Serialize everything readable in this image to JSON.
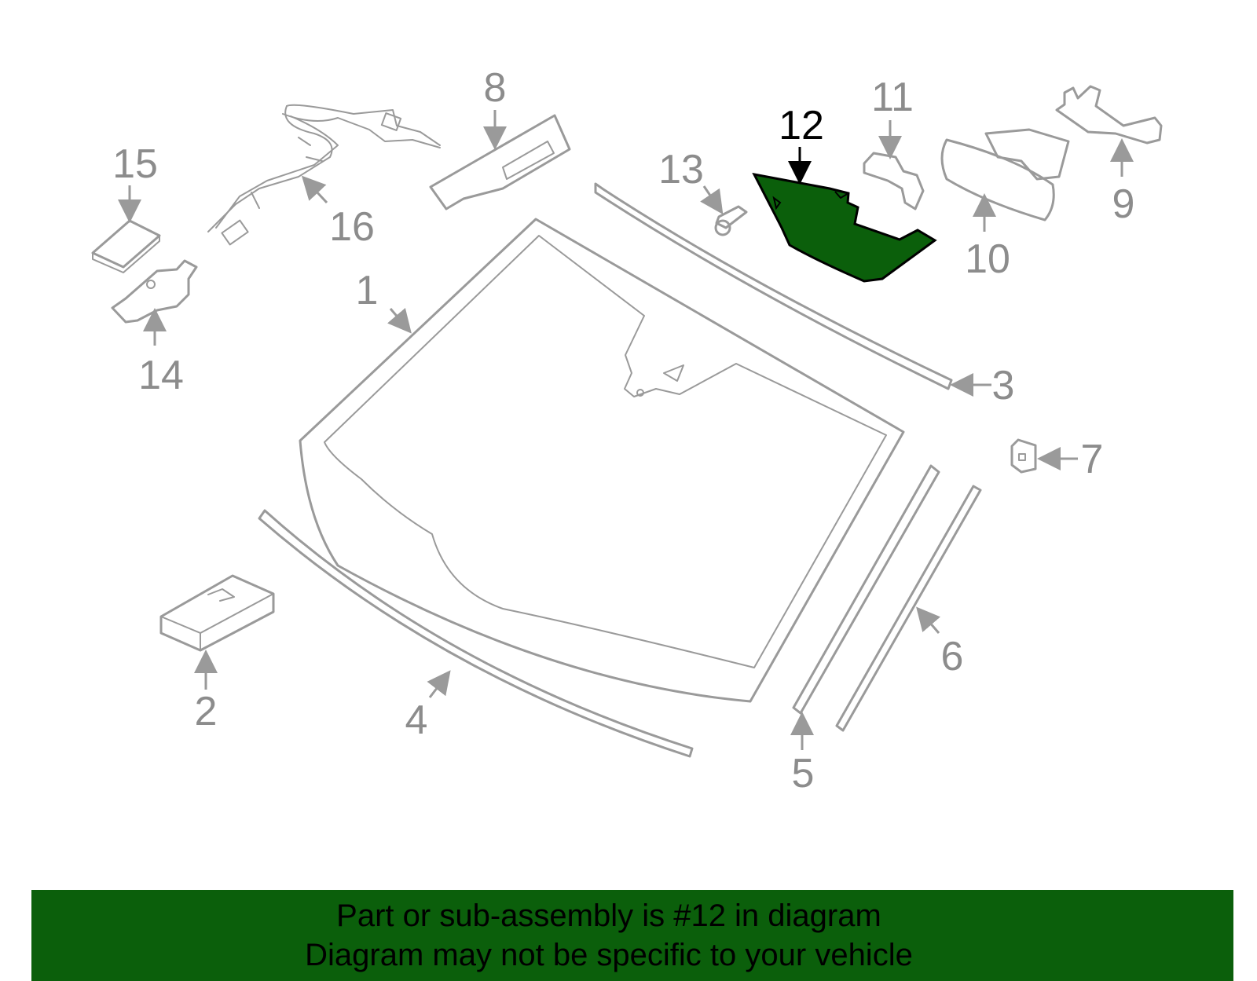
{
  "callouts": {
    "c1": "1",
    "c2": "2",
    "c3": "3",
    "c4": "4",
    "c5": "5",
    "c6": "6",
    "c7": "7",
    "c8": "8",
    "c9": "9",
    "c10": "10",
    "c11": "11",
    "c12": "12",
    "c13": "13",
    "c14": "14",
    "c15": "15",
    "c16": "16"
  },
  "highlight_color": "#0b5f0b",
  "banner": {
    "line1": "Part or sub-assembly is #12 in diagram",
    "line2": "Diagram may not be specific to your vehicle"
  }
}
